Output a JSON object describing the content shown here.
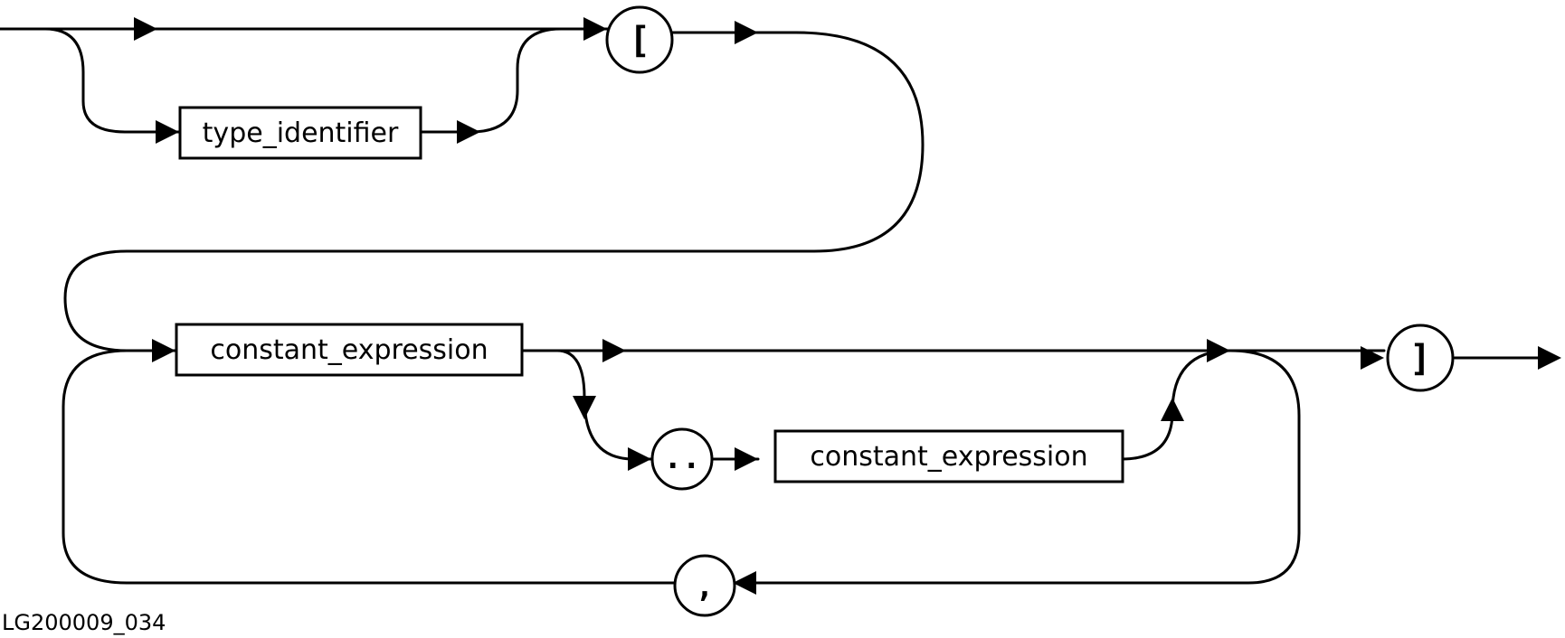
{
  "diagram": {
    "nodes": {
      "type_identifier": {
        "label": "type_identifier",
        "kind": "nonterminal"
      },
      "open_bracket": {
        "label": "[",
        "kind": "terminal"
      },
      "constant_expression_1": {
        "label": "constant_expression",
        "kind": "nonterminal"
      },
      "range_dots": {
        "label": "..",
        "kind": "terminal"
      },
      "constant_expression_2": {
        "label": "constant_expression",
        "kind": "nonterminal"
      },
      "close_bracket": {
        "label": "]",
        "kind": "terminal"
      },
      "comma": {
        "label": ",",
        "kind": "terminal"
      }
    },
    "figure_id": "LG200009_034"
  }
}
